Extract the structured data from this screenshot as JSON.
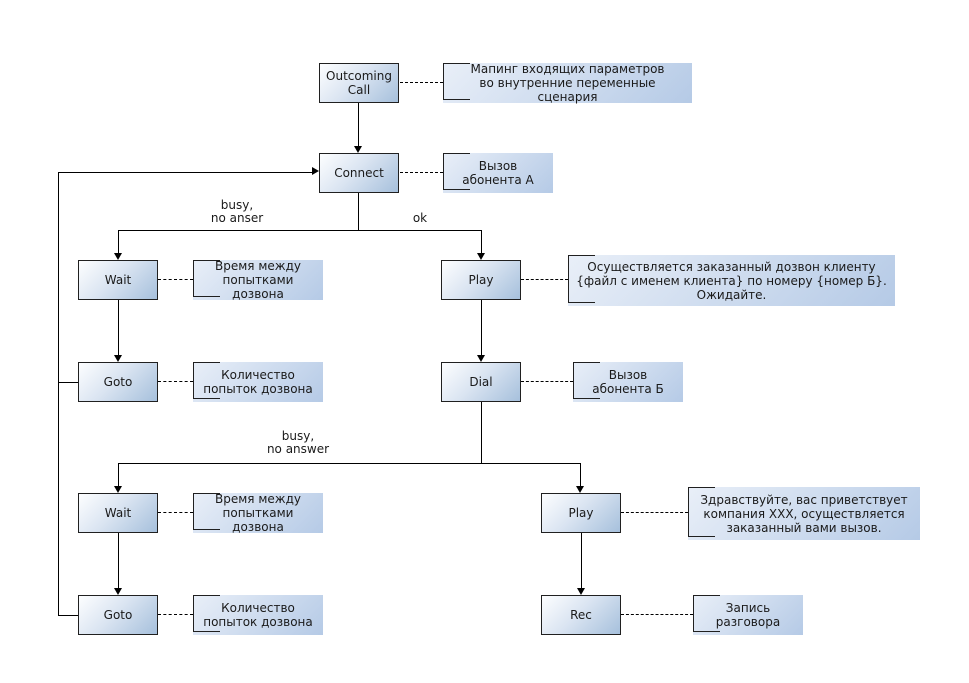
{
  "diagram": {
    "type": "flowchart",
    "language": "Russian / English",
    "topic": "Outcoming call IVR scenario",
    "nodes": {
      "outcoming": {
        "label": "Outcoming\nCall"
      },
      "connect": {
        "label": "Connect"
      },
      "wait1": {
        "label": "Wait"
      },
      "play1": {
        "label": "Play"
      },
      "goto1": {
        "label": "Goto"
      },
      "dial": {
        "label": "Dial"
      },
      "wait2": {
        "label": "Wait"
      },
      "play2": {
        "label": "Play"
      },
      "goto2": {
        "label": "Goto"
      },
      "rec": {
        "label": "Rec"
      }
    },
    "notes": {
      "mapping": {
        "text": "Мапинг входящих параметров\nво внутренние переменные сценария"
      },
      "call_a": {
        "text": "Вызов\nабонента А"
      },
      "wait_time1": {
        "text": "Время между\nпопытками дозвона"
      },
      "play_order": {
        "text": "Осуществляется заказанный дозвон клиенту\n{файл с именем клиента} по номеру {номер Б}.\nОжидайте."
      },
      "goto_count1": {
        "text": "Количество\nпопыток дозвона"
      },
      "call_b": {
        "text": "Вызов\nабонента Б"
      },
      "wait_time2": {
        "text": "Время между\nпопытками дозвона"
      },
      "play_greeting": {
        "text": "Здравствуйте, вас приветствует\nкомпания XXX, осуществляется\nзаказанный вами вызов."
      },
      "goto_count2": {
        "text": "Количество\nпопыток дозвона"
      },
      "rec_note": {
        "text": "Запись\nразговора"
      }
    },
    "edge_labels": {
      "busy1": {
        "text": "busy,\nno anser"
      },
      "ok": {
        "text": "ok"
      },
      "busy2": {
        "text": "busy,\nno answer"
      }
    },
    "colors": {
      "node_fill_start": "#fdfeff",
      "node_fill_end": "#a6c0dc",
      "note_fill_start": "#e9eff8",
      "note_fill_end": "#b5cae6",
      "border": "#202020",
      "line": "#000000",
      "text": "#1a1a1a",
      "background": "#ffffff"
    }
  }
}
